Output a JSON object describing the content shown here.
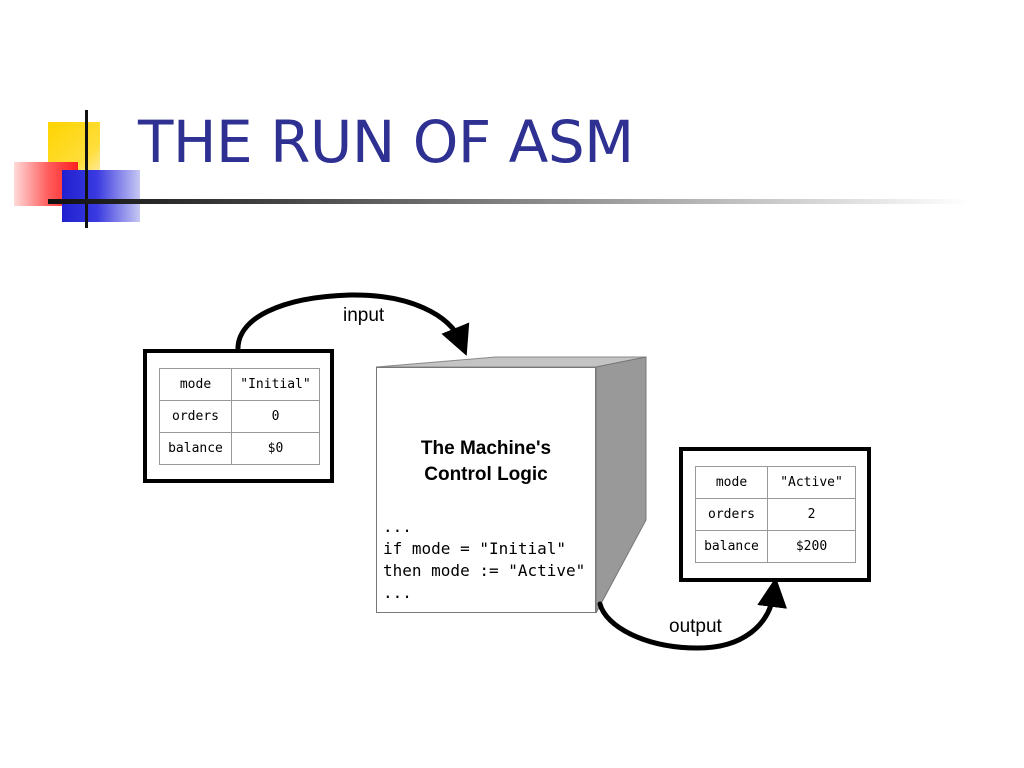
{
  "slide": {
    "title": "THE RUN OF ASM"
  },
  "diagram": {
    "input_label": "input",
    "output_label": "output",
    "machine": {
      "title_line1": "The Machine's",
      "title_line2": "Control Logic",
      "code": "...\nif mode = \"Initial\"\nthen mode := \"Active\"\n..."
    },
    "input_state": {
      "rows": [
        {
          "key": "mode",
          "value": "\"Initial\""
        },
        {
          "key": "orders",
          "value": "0"
        },
        {
          "key": "balance",
          "value": "$0"
        }
      ]
    },
    "output_state": {
      "rows": [
        {
          "key": "mode",
          "value": "\"Active\""
        },
        {
          "key": "orders",
          "value": "2"
        },
        {
          "key": "balance",
          "value": "$200"
        }
      ]
    }
  },
  "colors": {
    "title": "#2e3092",
    "cube_side": "#999999",
    "cube_top": "#c4c4c4"
  }
}
